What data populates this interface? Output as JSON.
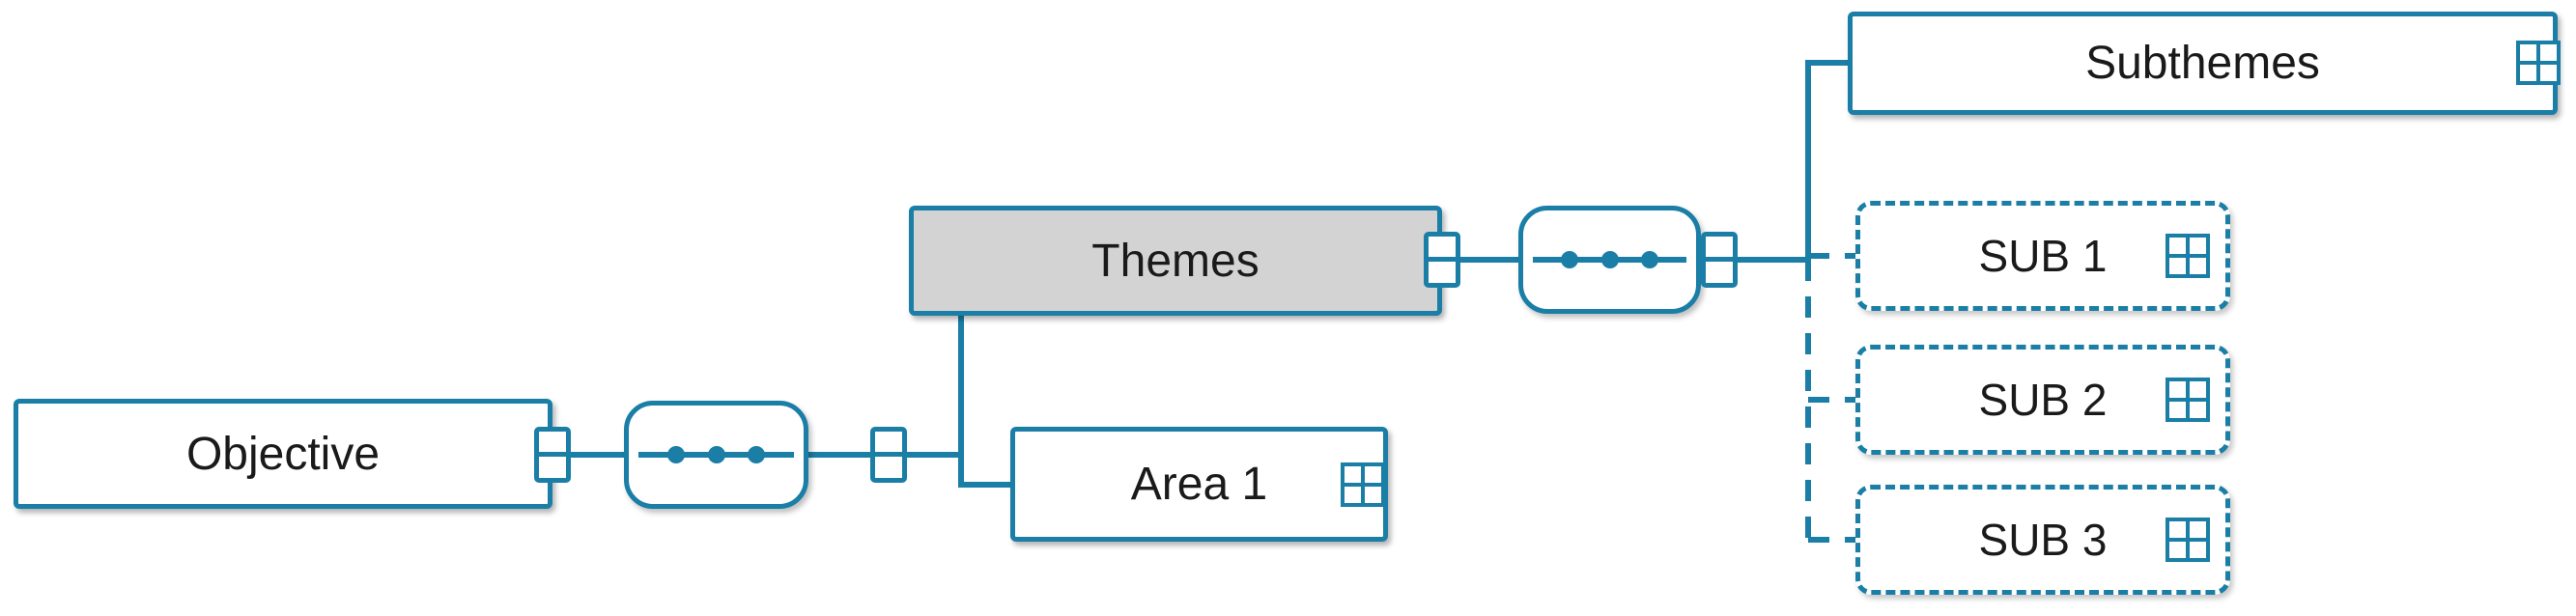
{
  "colors": {
    "accent": "#1a7ea6",
    "themes_fill": "#d3d3d3",
    "node_fill": "#ffffff",
    "text": "#1a1a1a"
  },
  "nodes": {
    "objective": {
      "label": "Objective"
    },
    "themes": {
      "label": "Themes"
    },
    "area1": {
      "label": "Area 1"
    },
    "subthemes": {
      "label": "Subthemes"
    },
    "sub1": {
      "label": "SUB 1"
    },
    "sub2": {
      "label": "SUB 2"
    },
    "sub3": {
      "label": "SUB 3"
    }
  },
  "icons": {
    "anchor": "connection-anchor",
    "expand_grid": "expand-grid",
    "relationship_beads": "relationship-beads"
  }
}
